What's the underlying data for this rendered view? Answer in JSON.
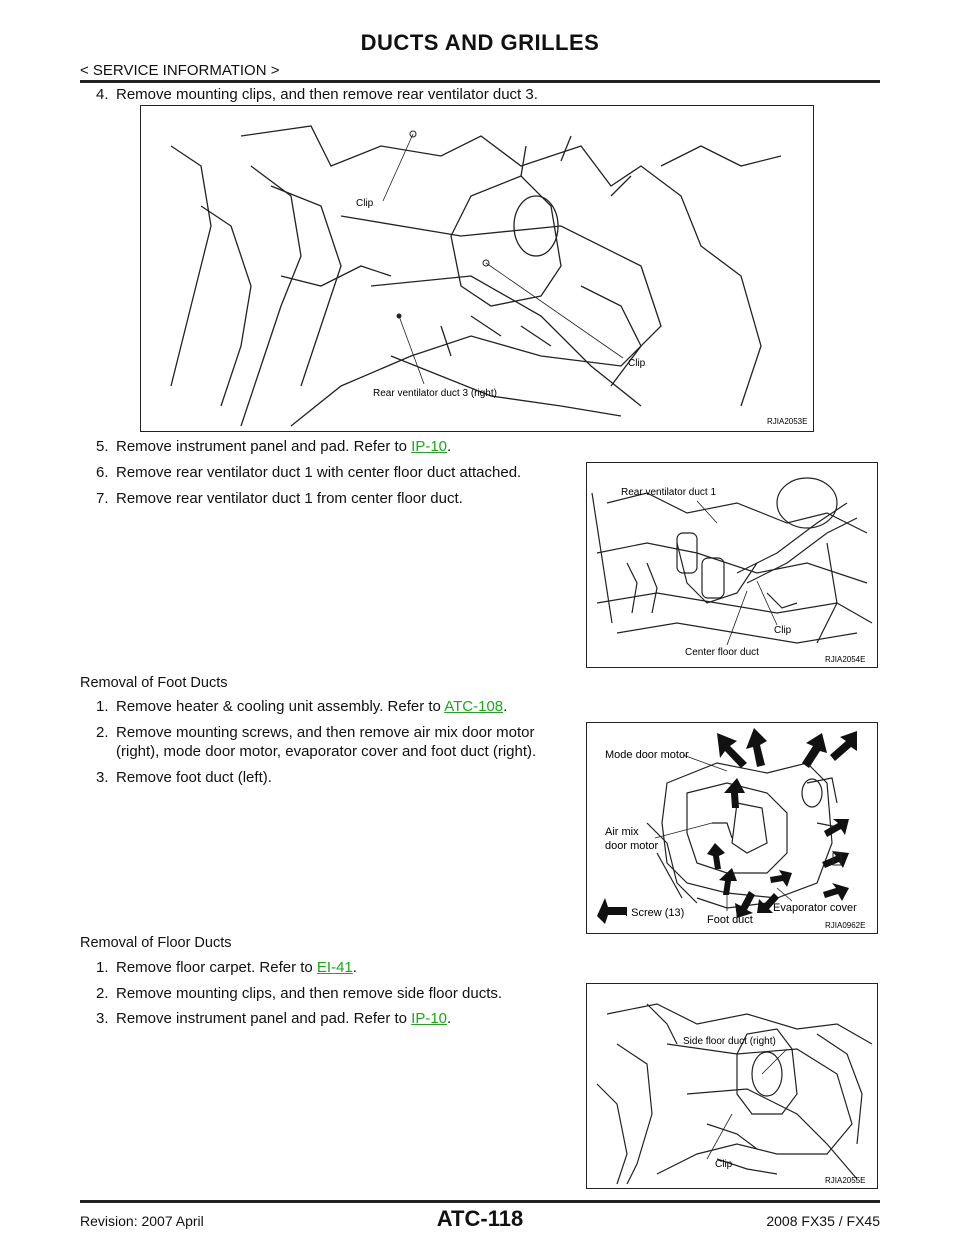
{
  "header": {
    "title": "DUCTS AND GRILLES",
    "subtitle": "< SERVICE INFORMATION >"
  },
  "steps_a": [
    {
      "num": "4.",
      "text": "Remove mounting clips, and then remove rear ventilator duct 3."
    },
    {
      "num": "5.",
      "text": "Remove instrument panel and pad. Refer to ",
      "link": "IP-10",
      "after": "."
    },
    {
      "num": "6.",
      "text": "Remove rear ventilator duct 1 with center floor duct attached."
    },
    {
      "num": "7.",
      "text": "Remove rear ventilator duct 1 from center floor duct."
    }
  ],
  "section_foot": {
    "heading": "Removal of Foot Ducts",
    "steps": [
      {
        "num": "1.",
        "text": "Remove heater & cooling unit assembly. Refer to ",
        "link": "ATC-108",
        "after": "."
      },
      {
        "num": "2.",
        "text": "Remove mounting screws, and then remove air mix door motor",
        "text2": "(right), mode door motor, evaporator cover and foot duct (right)."
      },
      {
        "num": "3.",
        "text": "Remove foot duct (left)."
      }
    ]
  },
  "section_floor": {
    "heading": "Removal of Floor Ducts",
    "steps": [
      {
        "num": "1.",
        "text": "Remove floor carpet. Refer to ",
        "link": "EI-41",
        "after": "."
      },
      {
        "num": "2.",
        "text": "Remove mounting clips, and then remove side floor ducts."
      },
      {
        "num": "3.",
        "text": "Remove instrument panel and pad. Refer to ",
        "link": "IP-10",
        "after": "."
      }
    ]
  },
  "figures": {
    "fig1": {
      "code": "RJIA2053E",
      "labels": [
        "Clip",
        "Clip",
        "Rear ventilator duct 3 (right)"
      ]
    },
    "fig2": {
      "code": "RJIA2054E",
      "labels": [
        "Rear ventilator duct 1",
        "Clip",
        "Center floor duct"
      ]
    },
    "fig3": {
      "code": "RJIA0962E",
      "labels": [
        "Mode door motor",
        "Air mix",
        "door motor",
        ": Screw (13)",
        "Foot duct",
        "Evaporator cover"
      ]
    },
    "fig4": {
      "code": "RJIA2055E",
      "labels": [
        "Side floor duct (right)",
        "Clip"
      ]
    }
  },
  "footer": {
    "left": "Revision: 2007 April",
    "center": "ATC-118",
    "right": "2008 FX35 / FX45"
  }
}
